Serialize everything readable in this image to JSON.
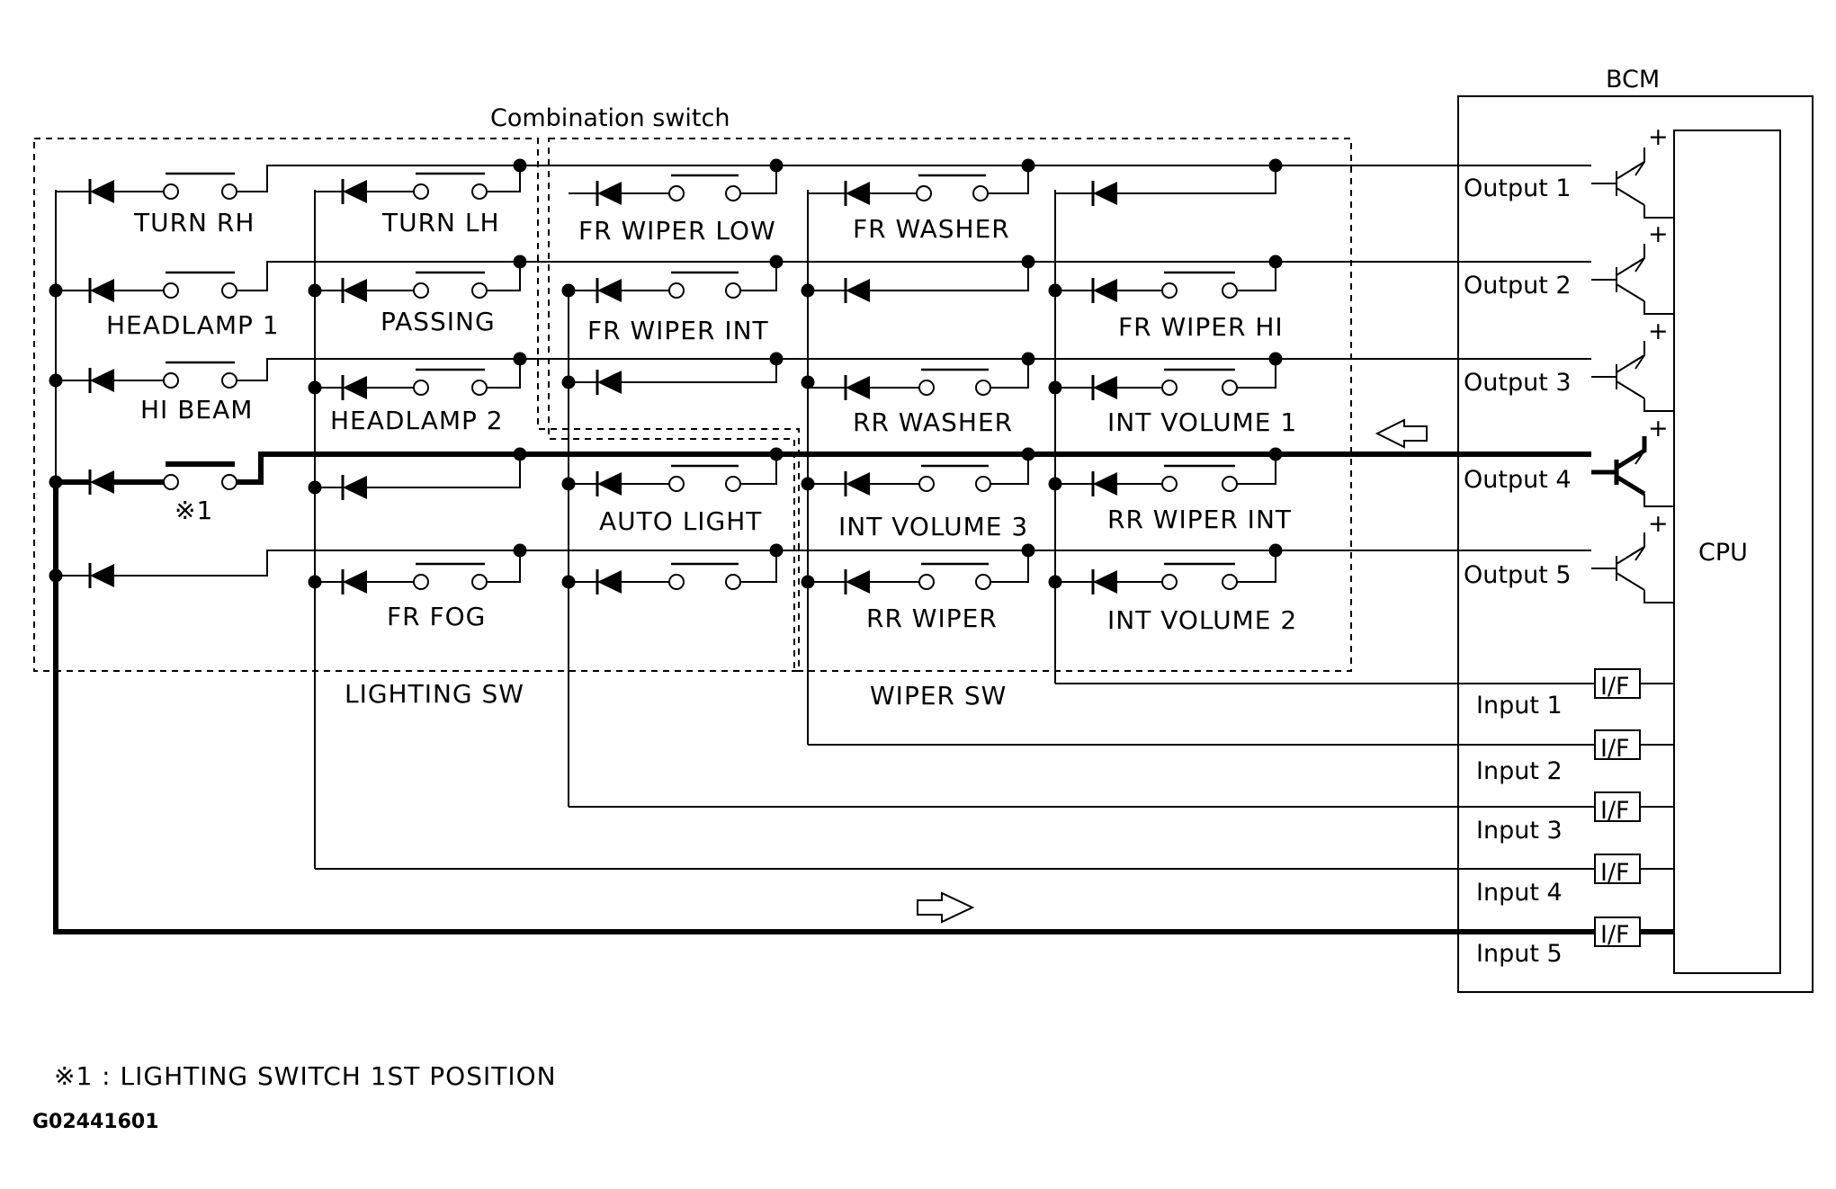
{
  "blocks": {
    "combination_switch": "Combination switch",
    "lighting_sw": "LIGHTING SW",
    "wiper_sw": "WIPER SW",
    "bcm": "BCM",
    "cpu": "CPU"
  },
  "switches": {
    "turn_rh": "TURN RH",
    "headlamp_1": "HEADLAMP 1",
    "hi_beam": "HI BEAM",
    "note_mark": "※1",
    "turn_lh": "TURN LH",
    "passing": "PASSING",
    "headlamp_2": "HEADLAMP 2",
    "fr_fog": "FR FOG",
    "fr_wiper_low": "FR WIPER LOW",
    "fr_wiper_int": "FR WIPER INT",
    "auto_light": "AUTO LIGHT",
    "fr_washer": "FR WASHER",
    "rr_washer": "RR WASHER",
    "int_volume_3": "INT VOLUME 3",
    "rr_wiper": "RR WIPER",
    "fr_wiper_hi": "FR WIPER HI",
    "int_volume_1": "INT VOLUME 1",
    "rr_wiper_int": "RR WIPER INT",
    "int_volume_2": "INT VOLUME 2"
  },
  "outputs": [
    "Output 1",
    "Output 2",
    "Output 3",
    "Output 4",
    "Output 5"
  ],
  "inputs": [
    "Input 1",
    "Input 2",
    "Input 3",
    "Input 4",
    "Input 5"
  ],
  "interface_label": "I/F",
  "plus_sign": "+",
  "footnote": "※1 : LIGHTING SWITCH 1ST POSITION",
  "figure_code": "G02441601",
  "highlighted_path": {
    "output": "Output 4",
    "input": "Input 5",
    "switch": "※1"
  },
  "icons": [
    "diode-icon",
    "switch-contact-icon",
    "transistor-icon",
    "flow-arrow-icon"
  ]
}
